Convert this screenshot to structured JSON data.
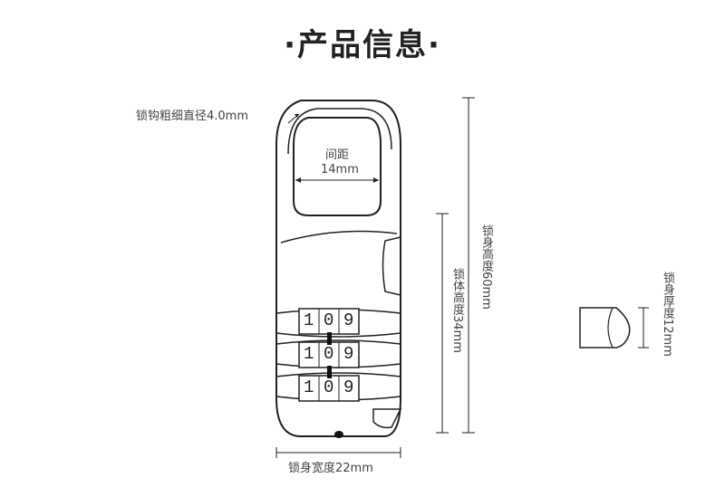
{
  "title": "·产品信息·",
  "labels": {
    "shackle_diameter": "锁钩粗细直径4.0mm",
    "spacing_title": "间距",
    "spacing_value": "14mm",
    "body_height": "锁身高度60mm",
    "lock_body_height": "锁体高度34mm",
    "body_thickness": "锁身厚度12mm",
    "body_width": "锁身宽度22mm"
  },
  "dials": [
    {
      "digits": [
        "1",
        "0",
        "9"
      ]
    },
    {
      "digits": [
        "1",
        "0",
        "9"
      ]
    },
    {
      "digits": [
        "1",
        "0",
        "9"
      ]
    }
  ]
}
